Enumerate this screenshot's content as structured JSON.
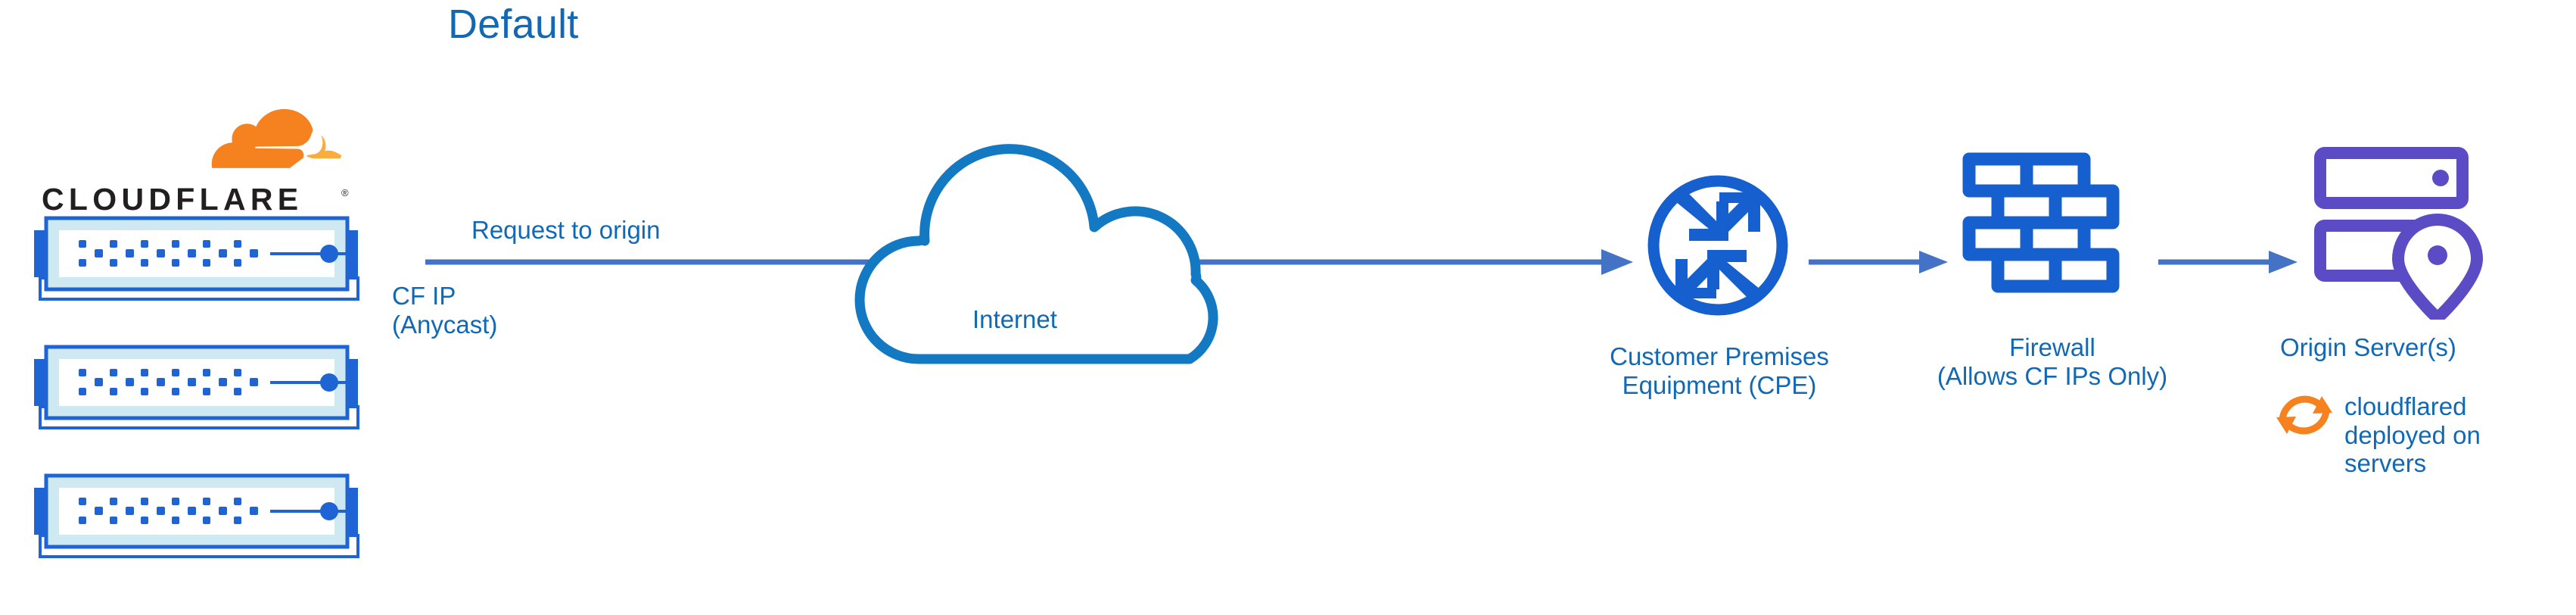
{
  "diagram": {
    "title": "Default",
    "type": "network-architecture-diagram",
    "brand": {
      "name": "CLOUDFLARE",
      "logo_icon": "cloudflare-cloud-logo",
      "registered_mark": "®"
    },
    "colors": {
      "title_blue": "#1169B5",
      "label_blue": "#1169B5",
      "icon_blue": "#1560CE",
      "arrow_blue": "#4472C4",
      "cloud_outline_blue": "#1379C2",
      "rack_outline_blue": "#1F64D4",
      "rack_fill_light": "#CFE9F2",
      "origin_purple": "#5B4BC4",
      "cloudflare_orange": "#F6821F",
      "cloudflare_orange_light": "#FAAD3F",
      "wordmark_black": "#231F20"
    },
    "nodes": [
      {
        "id": "cloudflare-edge",
        "label": "CLOUDFLARE",
        "sublabel": "CF IP\n(Anycast)",
        "icon": "server-rack-stack",
        "rack_count": 3
      },
      {
        "id": "internet",
        "label": "Internet",
        "icon": "cloud-outline-icon"
      },
      {
        "id": "cpe",
        "label": "Customer Premises\nEquipment (CPE)",
        "label_line1": "Customer Premises",
        "label_line2": "Equipment (CPE)",
        "icon": "router-four-arrows-circle-icon"
      },
      {
        "id": "firewall",
        "label": "Firewall\n(Allows CF IPs Only)",
        "label_line1": "Firewall",
        "label_line2": "(Allows CF IPs Only)",
        "icon": "brick-wall-firewall-icon"
      },
      {
        "id": "origin",
        "label": "Origin Server(s)",
        "icon": "server-with-location-pin-icon",
        "note": "cloudflared\ndeployed on\nservers",
        "note_line1": "cloudflared",
        "note_line2": "deployed on",
        "note_line3": "servers",
        "note_icon": "refresh-circular-arrows-icon"
      }
    ],
    "connections": [
      {
        "id": "edge-to-cpe",
        "label": "Request to origin",
        "from": "cloudflare-edge",
        "to": "cpe",
        "style": "solid-arrow"
      },
      {
        "id": "cpe-to-firewall",
        "label": "",
        "from": "cpe",
        "to": "firewall",
        "style": "solid-arrow"
      },
      {
        "id": "firewall-to-origin",
        "label": "",
        "from": "firewall",
        "to": "origin",
        "style": "solid-arrow"
      }
    ],
    "labels": {
      "request_to_origin": "Request to origin",
      "cf_ip_line1": "CF IP",
      "cf_ip_line2": "(Anycast)",
      "internet": "Internet",
      "cpe_line1": "Customer Premises",
      "cpe_line2": "Equipment (CPE)",
      "firewall_line1": "Firewall",
      "firewall_line2": "(Allows CF IPs Only)",
      "origin": "Origin Server(s)",
      "cloudflared_line1": "cloudflared",
      "cloudflared_line2": "deployed on",
      "cloudflared_line3": "servers"
    }
  }
}
